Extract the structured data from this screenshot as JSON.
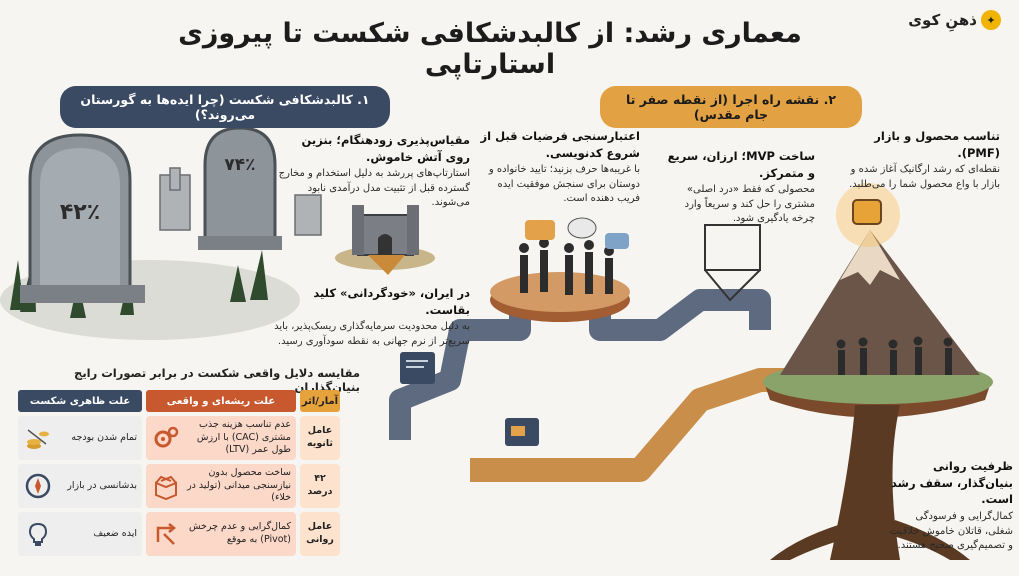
{
  "header": {
    "title": "معماری رشد: از کالبدشکافی شکست تا پیروزی استارتاپی",
    "logo_text": "ذهنِ کوی"
  },
  "section1": {
    "pill": "۱. کالبدشکافی شکست (چرا ایده‌ها به گورستان می‌روند؟)",
    "tombstone_left": "۴۲٪",
    "tombstone_right": "۷۴٪",
    "scaling": {
      "heading": "مقیاس‌پذیری زودهنگام؛ بنزین روی آتش خاموش.",
      "body": "استارتاپ‌های پررشد به دلیل استخدام و مخارج گسترده قبل از تثبیت مدل درآمدی نابود می‌شوند."
    },
    "iran": {
      "heading": "در ایران، «خودگردانی» کلید بقاست.",
      "body": "به دلیل محدودیت سرمایه‌گذاری ریسک‌پذیر، باید سریع‌تر از نرم جهانی به نقطه سودآوری رسید."
    }
  },
  "table": {
    "title": "مقایسه دلایل واقعی شکست در برابر تصورات رایج بنیان‌گذاران",
    "headers": [
      "آمار/اثر",
      "علت ریشه‌ای و واقعی",
      "علت ظاهری شکست"
    ],
    "rows": [
      {
        "stat": "عامل ثانویه",
        "root": "عدم تناسب هزینه جذب مشتری (CAC) با ارزش طول عمر (LTV)",
        "apparent": "تمام شدن بودجه",
        "root_icon": "gears-icon",
        "apparent_icon": "falling-coins-icon"
      },
      {
        "stat": "۴۲ درصد",
        "root": "ساخت محصول بدون نیازسنجی میدانی (تولید در خلاء)",
        "apparent": "بدشانسی در بازار",
        "root_icon": "empty-box-icon",
        "apparent_icon": "compass-icon"
      },
      {
        "stat": "عامل روانی",
        "root": "کمال‌گرایی و عدم چرخش (Pivot) به موقع",
        "apparent": "ایده ضعیف",
        "root_icon": "pivot-arrows-icon",
        "apparent_icon": "lightbulb-icon"
      }
    ]
  },
  "section2": {
    "pill": "۲. نقشه راه اجرا (از نقطه صفر تا جام مقدس)",
    "validate": {
      "heading": "اعتبارسنجی فرضیات قبل از شروع کدنویسی.",
      "body": "با غریبه‌ها حرف بزنید؛ تایید خانواده و دوستان برای سنجش موفقیت ایده فریب دهنده است."
    },
    "mvp": {
      "heading": "ساخت MVP؛ ارزان، سریع و متمرکز.",
      "body": "محصولی که فقط «درد اصلی» مشتری را حل کند و سریعاً وارد چرخه یادگیری شود."
    },
    "pmf": {
      "heading": "تناسب محصول و بازار (PMF).",
      "body": "نقطه‌ای که رشد ارگانیک آغاز شده و بازار با واع محصول شما را می‌طلبد."
    },
    "founder": {
      "heading": "ظرفیت روانی بنیان‌گذار، سقف رشد است.",
      "body": "کمال‌گرایی و فرسودگی شغلی، قاتلان خاموش خلاقیت و تصمیم‌گیری صحیح هستند."
    }
  },
  "colors": {
    "navy": "#3a4a63",
    "orange": "#e2a243",
    "rust": "#c8582e"
  }
}
